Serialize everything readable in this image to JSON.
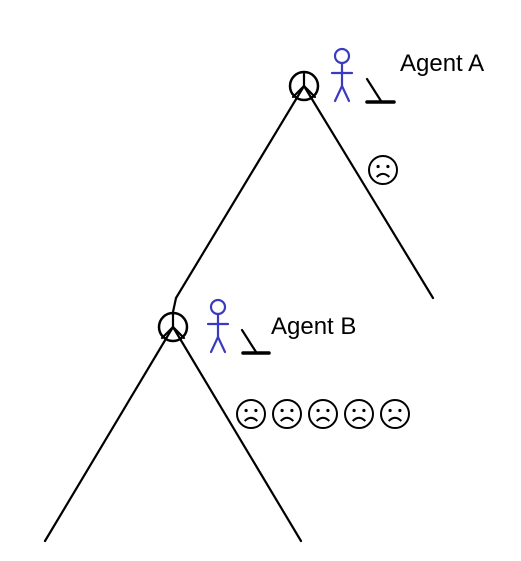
{
  "agents": [
    {
      "label": "Agent A",
      "figure_icon": "stick-figure-person-icon",
      "lever_icon": "lever-switch-icon"
    },
    {
      "label": "Agent B",
      "figure_icon": "stick-figure-person-icon",
      "lever_icon": "lever-switch-icon"
    }
  ],
  "track_a": {
    "sad_faces_on_branch": 1
  },
  "track_b": {
    "sad_faces_on_branch": 5
  },
  "colors": {
    "line": "#000000",
    "person": "#3b3bbf",
    "background": "#ffffff"
  },
  "icons": {
    "junction": "switch-junction-circle-icon",
    "face": "sad-face-icon"
  }
}
